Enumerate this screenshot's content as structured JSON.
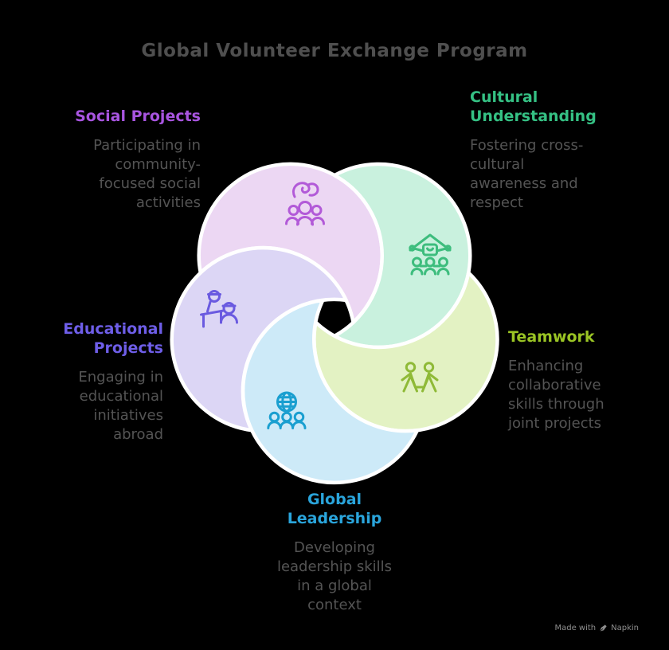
{
  "title": "Global Volunteer Exchange Program",
  "colors": {
    "background": "#000000",
    "title_text": "#4f4f4f",
    "body_text": "#545454",
    "divider_stroke": "#ffffff",
    "watermark_text": "#8f8f8f"
  },
  "sections": {
    "social": {
      "heading": "Social Projects",
      "body": "Participating in\ncommunity-\nfocused social\nactivities",
      "heading_color": "#a855e0",
      "circle_fill": "#ecd7f3",
      "icon": "helping-hand-over-group-icon",
      "icon_color": "#b25ad8"
    },
    "cultural": {
      "heading": "Cultural\nUnderstanding",
      "body": "Fostering cross-\ncultural\nawareness and\nrespect",
      "heading_color": "#35c184",
      "circle_fill": "#c9f1de",
      "icon": "house-with-people-icon",
      "icon_color": "#3dbd7d"
    },
    "teamwork": {
      "heading": "Teamwork",
      "body": "Enhancing\ncollaborative\nskills through\njoint projects",
      "heading_color": "#9ac424",
      "circle_fill": "#e3f2c3",
      "icon": "figures-holding-hands-icon",
      "icon_color": "#8fba37"
    },
    "leadership": {
      "heading": "Global\nLeadership",
      "body": "Developing\nleadership skills\nin a global\ncontext",
      "heading_color": "#2aa5dc",
      "circle_fill": "#cdeaf8",
      "icon": "globe-with-people-icon",
      "icon_color": "#1a9fd0"
    },
    "educational": {
      "heading": "Educational\nProjects",
      "body": "Engaging in\neducational\ninitiatives\nabroad",
      "heading_color": "#6e5ee8",
      "circle_fill": "#dcd6f5",
      "icon": "teacher-and-student-icon",
      "icon_color": "#6a5ae0"
    }
  },
  "watermark": {
    "made_with": "Made with",
    "brand": "Napkin"
  }
}
